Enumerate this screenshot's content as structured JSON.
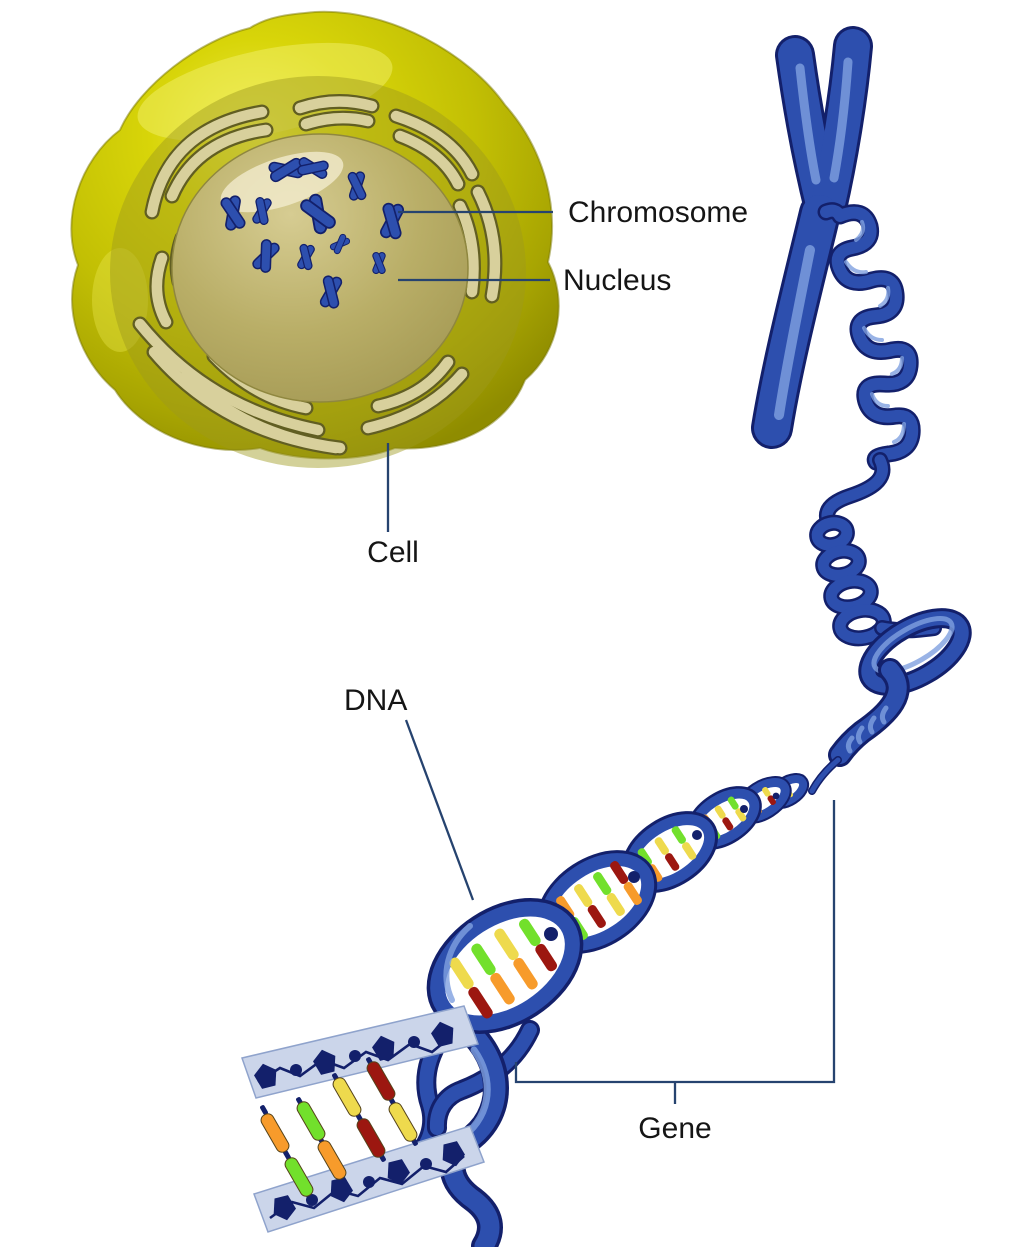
{
  "diagram": {
    "labels": {
      "chromosome": "Chromosome",
      "nucleus": "Nucleus",
      "cell": "Cell",
      "dna": "DNA",
      "gene": "Gene"
    },
    "colors": {
      "background": "#ffffff",
      "text": "#151515",
      "leader": "#26436f",
      "cell_yellow": "#cfcc05",
      "cell_highlight": "#f2f06a",
      "cell_shadow": "#8f8c00",
      "cytoplasm_ring": "#9d981c",
      "er_fill": "#d8d09c",
      "er_outline": "#615e22",
      "nucleus_fill": "#b9ae67",
      "nucleus_light": "#e8e0b4",
      "blue_main": "#2d4fae",
      "blue_dark": "#13206b",
      "blue_light": "#7fa0e0",
      "rail_fill": "#cbd5ea",
      "rail_edge": "#8fa3cc",
      "base_green": "#72e02c",
      "base_yellow": "#eeda4d",
      "base_orange": "#f79b2b",
      "base_red": "#9c1710"
    }
  }
}
